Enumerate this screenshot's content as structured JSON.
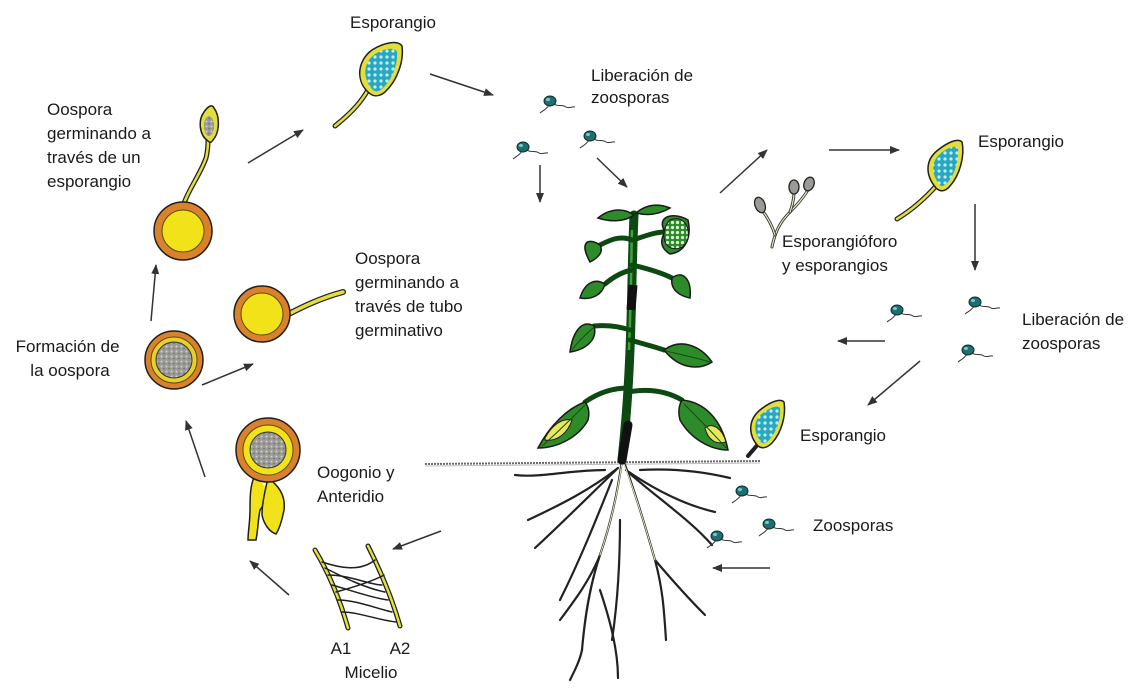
{
  "labels": {
    "sporangium_top": "Esporangio",
    "release_top": [
      "Liberación de",
      "zoosporas"
    ],
    "sporangium_right_top": "Esporangio",
    "sporangiophore": [
      "Esporangióforo",
      "y esporangios"
    ],
    "release_right": [
      "Liberación de",
      "zoosporas"
    ],
    "sporangium_right_mid": "Esporangio",
    "zoospores": "Zoosporas",
    "oospore_sporangium": [
      "Oospora",
      "germinando a",
      "través de un",
      "esporangio"
    ],
    "oospore_tube": [
      "Oospora",
      "germinando a",
      "través de tubo",
      "germinativo"
    ],
    "oospore_formation": [
      "Formación de",
      "la oospora"
    ],
    "oogonium": [
      "Oogonio y",
      "Anteridio"
    ],
    "mating_a1": "A1",
    "mating_a2": "A2",
    "mycelium": "Micelio"
  },
  "colors": {
    "outline": "#2b2b2b",
    "stem": "#0f5e16",
    "leaf": "#2e8b2a",
    "leaf_dark": "#1e6b1e",
    "lesion": "#e8e85a",
    "sporangium_fill": "#2aa7c0",
    "sporangium_wall": "#e3df3a",
    "oospore_orange": "#d9822b",
    "oospore_yellow": "#f2e21a",
    "oospore_gray": "#9a9a96",
    "zoospore": "#1f6f6e",
    "root": "#222222"
  }
}
